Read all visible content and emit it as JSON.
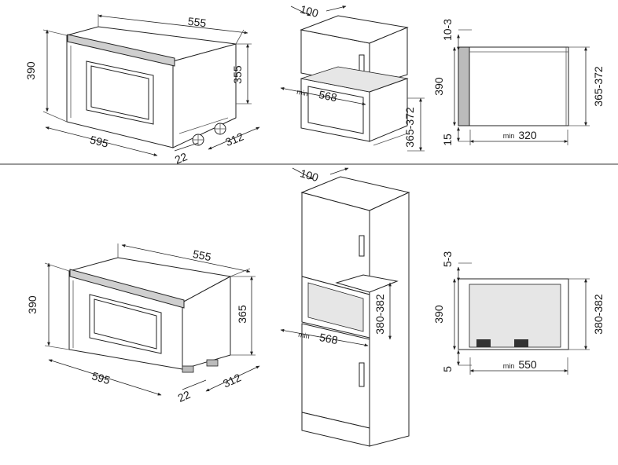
{
  "top": {
    "oven": {
      "width": "555",
      "height_left": "390",
      "depth_label": "595",
      "height_right": "355",
      "depth_side": "312",
      "base": "22"
    },
    "cabinet": {
      "top_depth": "100",
      "inner_width": "568",
      "inner_width_prefix": "min",
      "inner_height": "365-372"
    },
    "section": {
      "top_gap": "10-3",
      "height": "390",
      "bottom_gap": "15",
      "cavity_height": "365-372",
      "min_depth": "320",
      "min_depth_prefix": "min"
    }
  },
  "bottom": {
    "oven": {
      "width": "555",
      "height_left": "390",
      "depth_label": "595",
      "height_right": "365",
      "depth_side": "312",
      "base": "22"
    },
    "cabinet": {
      "top_depth": "100",
      "inner_width": "568",
      "inner_width_prefix": "min",
      "inner_height": "380-382"
    },
    "section": {
      "top_gap": "5-3",
      "height": "390",
      "bottom_gap": "5",
      "cavity_height": "380-382",
      "min_depth": "550",
      "min_depth_prefix": "min"
    }
  }
}
